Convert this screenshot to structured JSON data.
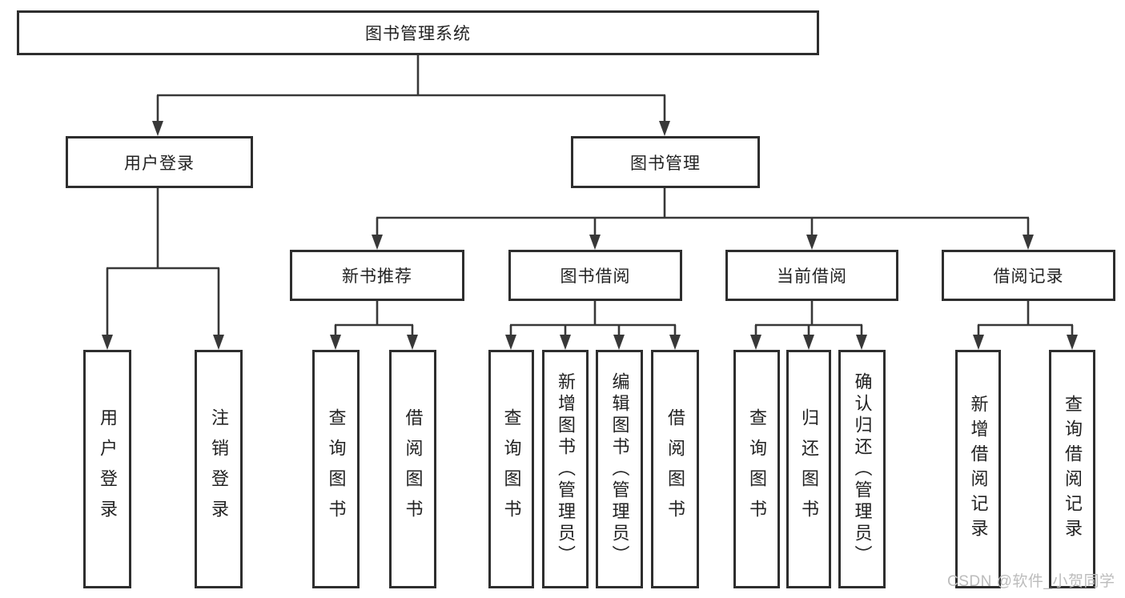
{
  "diagram": {
    "title": "图书管理系统",
    "tree": {
      "label": "图书管理系统",
      "children": [
        {
          "label": "用户登录",
          "children": [
            {
              "label": "用户登录"
            },
            {
              "label": "注销登录"
            }
          ]
        },
        {
          "label": "图书管理",
          "children": [
            {
              "label": "新书推荐",
              "children": [
                {
                  "label": "查询图书"
                },
                {
                  "label": "借阅图书"
                }
              ]
            },
            {
              "label": "图书借阅",
              "children": [
                {
                  "label": "查询图书"
                },
                {
                  "label": "新增图书（管理员）"
                },
                {
                  "label": "编辑图书（管理员）"
                },
                {
                  "label": "借阅图书"
                }
              ]
            },
            {
              "label": "当前借阅",
              "children": [
                {
                  "label": "查询图书"
                },
                {
                  "label": "归还图书"
                },
                {
                  "label": "确认归还（管理员）"
                }
              ]
            },
            {
              "label": "借阅记录",
              "children": [
                {
                  "label": "新增借阅记录"
                },
                {
                  "label": "查询借阅记录"
                }
              ]
            }
          ]
        }
      ]
    }
  },
  "watermark": {
    "text": "CSDN @软件_小贺同学"
  },
  "colors": {
    "line": "#383838",
    "box_border": "#2e2e2e",
    "text": "#222222",
    "watermark": "#bcbcbc",
    "background": "#ffffff"
  }
}
